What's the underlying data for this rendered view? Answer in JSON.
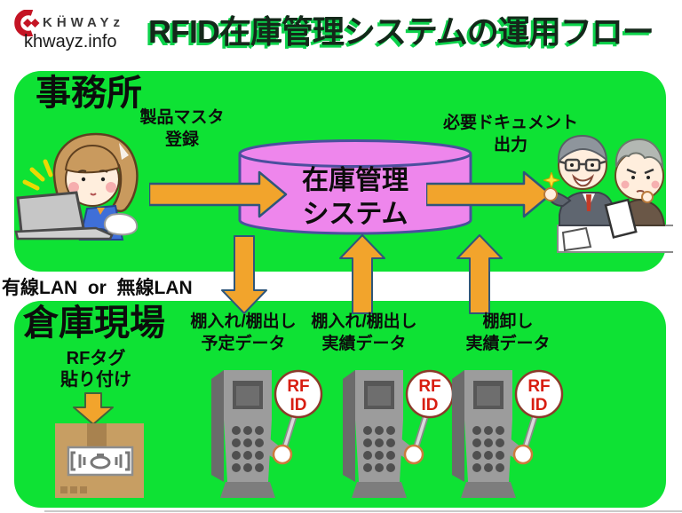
{
  "header": {
    "brand": "KḦWAYz",
    "site": "khwayz.info",
    "title": "RFID在庫管理システムの運用フロー"
  },
  "office": {
    "title": "事務所",
    "product_master_line1": "製品マスタ",
    "product_master_line2": "登録",
    "documents_line1": "必要ドキュメント",
    "documents_line2": "出力",
    "db_line1": "在庫管理",
    "db_line2": "システム"
  },
  "network": {
    "label": "有線LAN  or  無線LAN"
  },
  "warehouse": {
    "title": "倉庫現場",
    "rf_tag_line1": "RFタグ",
    "rf_tag_line2": "貼り付け",
    "labels": [
      {
        "line1": "棚入れ/棚出し",
        "line2": "予定データ"
      },
      {
        "line1": "棚入れ/棚出し",
        "line2": "実績データ"
      },
      {
        "line1": "棚卸し",
        "line2": "実績データ"
      }
    ],
    "sign_line1": "RF",
    "sign_line2": "ID"
  },
  "icons": {
    "logo": "khwayz-crescent-mark",
    "sparkle": "four-point-star",
    "database": "cylinder-database",
    "terminal": "handheld-rfid-terminal"
  },
  "colors": {
    "green": "#0ee234",
    "title_green": "#0cd24b",
    "pink": "#ee86ec",
    "pink_outline": "#4b4f9e",
    "orange": "#f2a42c",
    "arrow_outline": "#2f567a",
    "logo_red": "#c41424",
    "sign_red": "#d81e12"
  }
}
